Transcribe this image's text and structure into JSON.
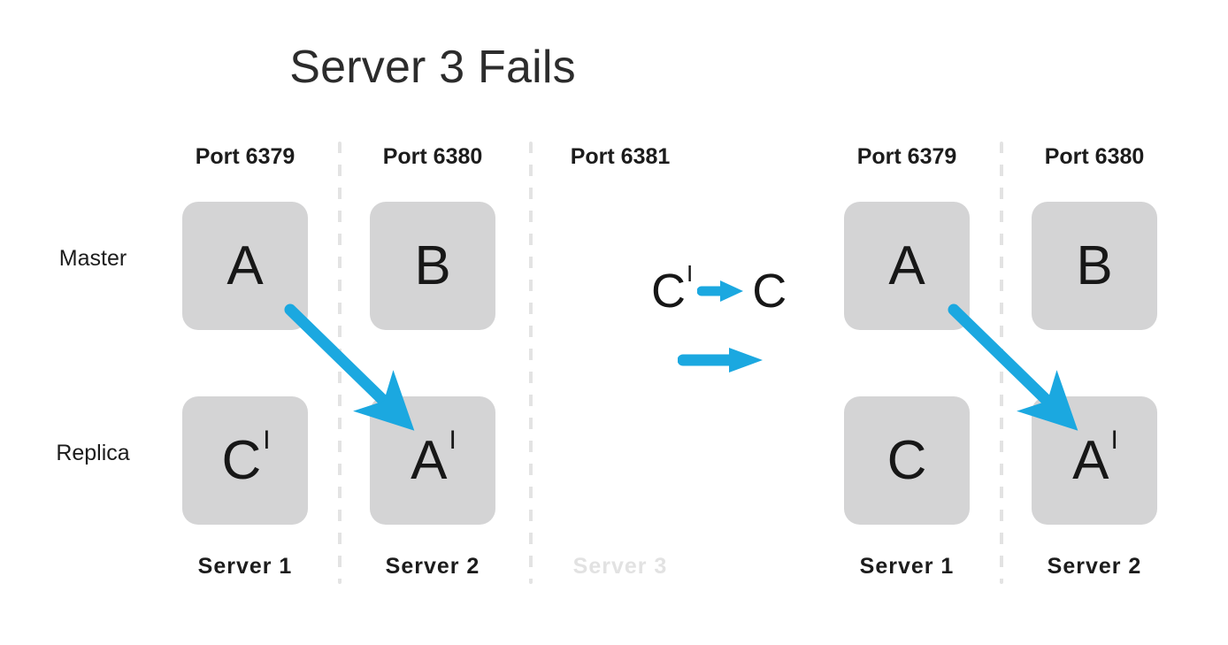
{
  "title": "Server 3 Fails",
  "colors": {
    "accent": "#1ba8e0",
    "box_fill": "#d4d4d5",
    "text": "#171717",
    "title_text": "#2c2c2c",
    "divider": "#e3e3e3",
    "failed_text": "#e2e2e2",
    "background": "#ffffff"
  },
  "rows": {
    "master_label": "Master",
    "replica_label": "Replica"
  },
  "left_panel": {
    "columns": [
      {
        "port": "Port 6379",
        "server": "Server 1",
        "failed": false,
        "master": {
          "letter": "A",
          "prime": ""
        },
        "replica": {
          "letter": "C",
          "prime": "I"
        }
      },
      {
        "port": "Port 6380",
        "server": "Server 2",
        "failed": false,
        "master": {
          "letter": "B",
          "prime": ""
        },
        "replica": {
          "letter": "A",
          "prime": "I"
        }
      },
      {
        "port": "Port 6381",
        "server": "Server 3",
        "failed": true,
        "master": null,
        "replica": null
      }
    ]
  },
  "right_panel": {
    "columns": [
      {
        "port": "Port 6379",
        "server": "Server 1",
        "failed": false,
        "master": {
          "letter": "A",
          "prime": ""
        },
        "replica": {
          "letter": "C",
          "prime": ""
        }
      },
      {
        "port": "Port 6380",
        "server": "Server 2",
        "failed": false,
        "master": {
          "letter": "B",
          "prime": ""
        },
        "replica": {
          "letter": "A",
          "prime": "I"
        }
      }
    ]
  },
  "center_note": {
    "from_letter": "C",
    "from_prime": "I",
    "arrow": "right-arrow-icon",
    "to_letter": "C",
    "to_prime": ""
  },
  "promotion_arrows": [
    {
      "name": "left-panel-replication-arrow",
      "from": "A",
      "to": "A'"
    },
    {
      "name": "right-panel-replication-arrow",
      "from": "A",
      "to": "A'"
    }
  ]
}
